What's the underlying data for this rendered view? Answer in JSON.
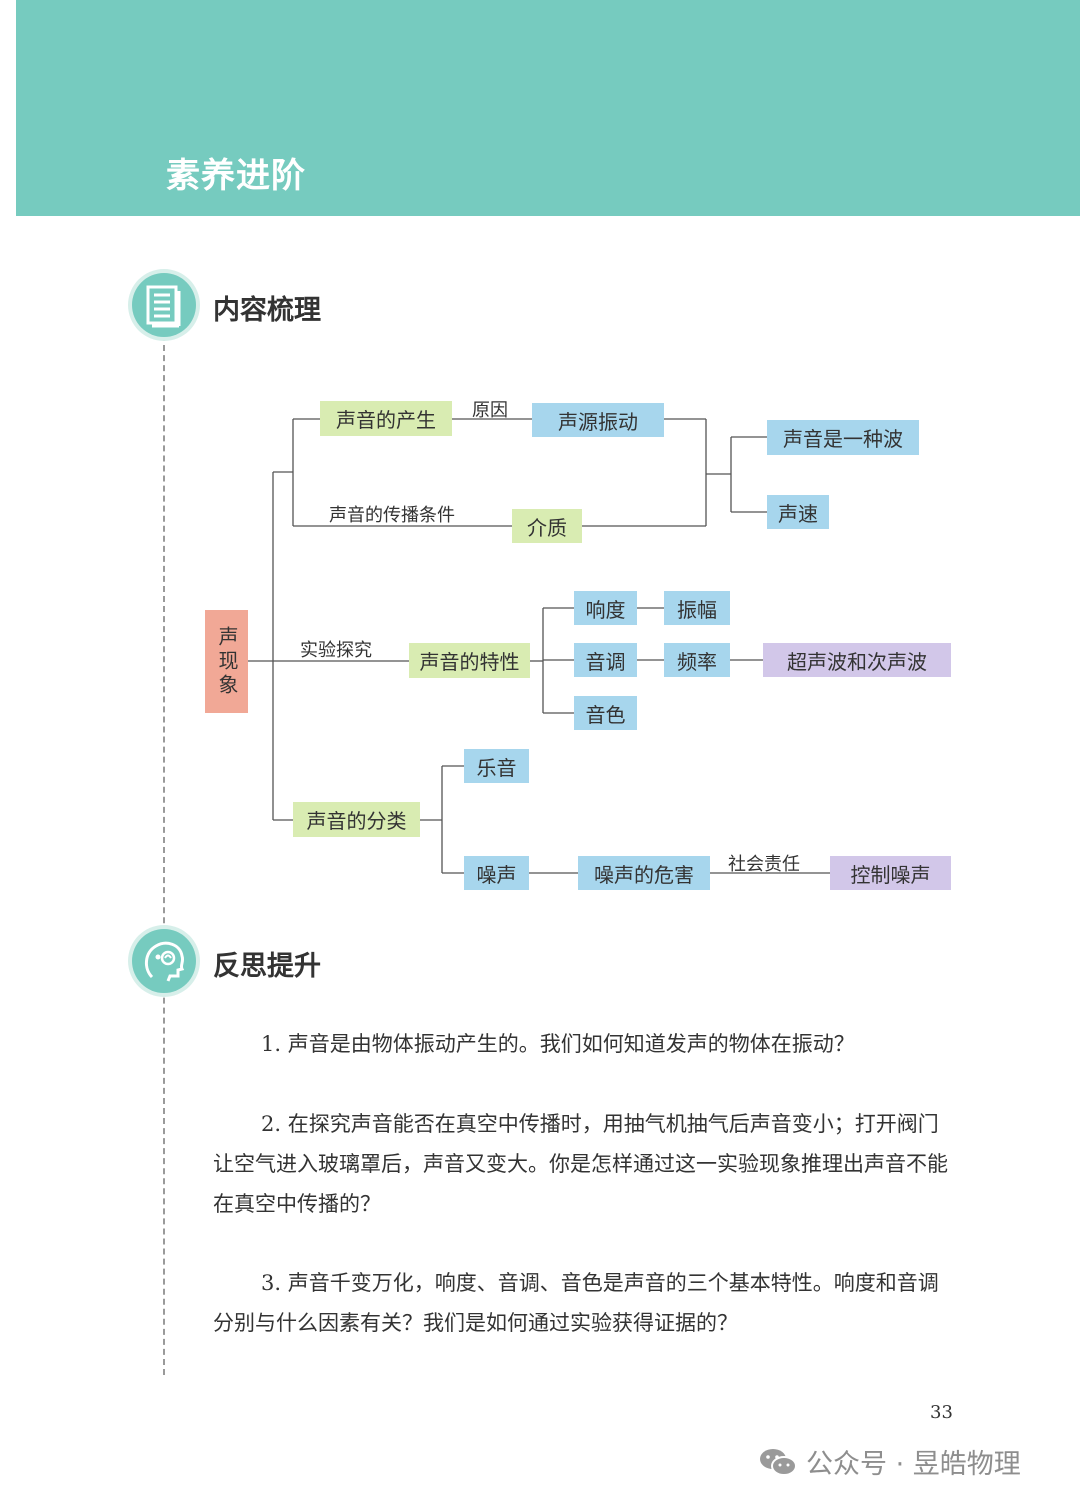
{
  "banner": {
    "title": "素养进阶"
  },
  "sections": {
    "content": {
      "title": "内容梳理",
      "icon": "document-stack-icon"
    },
    "reflect": {
      "title": "反思提升",
      "icon": "thinking-head-icon"
    }
  },
  "map": {
    "root": "声现象",
    "nodes": {
      "production": "声音的产生",
      "vibration": "声源振动",
      "wave": "声音是一种波",
      "speed": "声速",
      "medium": "介质",
      "characteristics": "声音的特性",
      "loudness": "响度",
      "amplitude": "振幅",
      "pitch": "音调",
      "frequency": "频率",
      "ultra_infra": "超声波和次声波",
      "timbre": "音色",
      "classification": "声音的分类",
      "music": "乐音",
      "noise": "噪声",
      "noise_harm": "噪声的危害",
      "noise_control": "控制噪声"
    },
    "labels": {
      "cause": "原因",
      "propagation": "声音的传播条件",
      "experiment": "实验探究",
      "social": "社会责任"
    }
  },
  "questions": [
    "1. 声音是由物体振动产生的。我们如何知道发声的物体在振动？",
    "2. 在探究声音能否在真空中传播时，用抽气机抽气后声音变小；打开阀门让空气进入玻璃罩后，声音又变大。你是怎样通过这一实验现象推理出声音不能在真空中传播的？",
    "3. 声音千变万化，响度、音调、音色是声音的三个基本特性。响度和音调分别与什么因素有关？我们是如何通过实验获得证据的？"
  ],
  "page_number": "33",
  "watermark": {
    "text": "公众号 · 昱皓物理",
    "icon": "wechat-icon"
  }
}
